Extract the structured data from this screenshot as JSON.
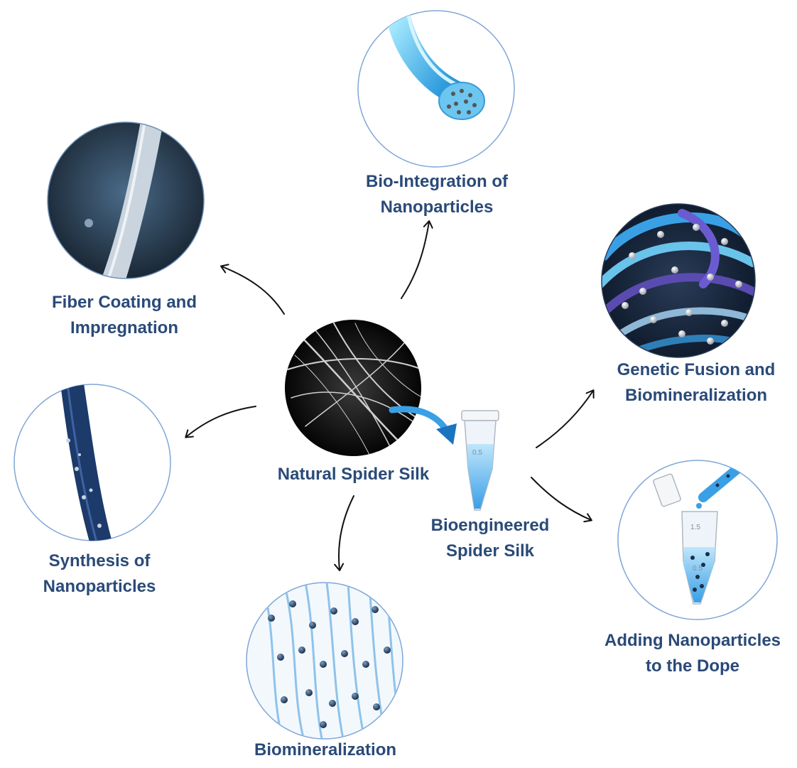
{
  "center": {
    "label": "Natural Spider Silk"
  },
  "bioengineered": {
    "line1": "Bioengineered",
    "line2": "Spider Silk"
  },
  "nodes": {
    "fiber_coating": {
      "line1": "Fiber Coating and",
      "line2": "Impregnation"
    },
    "bio_integration": {
      "line1": "Bio-Integration of",
      "line2": "Nanoparticles"
    },
    "genetic_fusion": {
      "line1": "Genetic Fusion and",
      "line2": "Biomineralization"
    },
    "synthesis": {
      "line1": "Synthesis of",
      "line2": "Nanoparticles"
    },
    "biomineralization": {
      "line1": "Biomineralization"
    },
    "adding_dope": {
      "line1": "Adding Nanoparticles",
      "line2": "to the Dope"
    }
  },
  "tube_marks": {
    "small_tube": "0.5",
    "dope_tube_top": "1.5",
    "dope_tube_bottom": "0.5"
  },
  "colors": {
    "label_text": "#2a4a78",
    "arrow": "#111111",
    "circle_border": "#7fa6d6",
    "accent_blue": "#3aa0e6"
  }
}
